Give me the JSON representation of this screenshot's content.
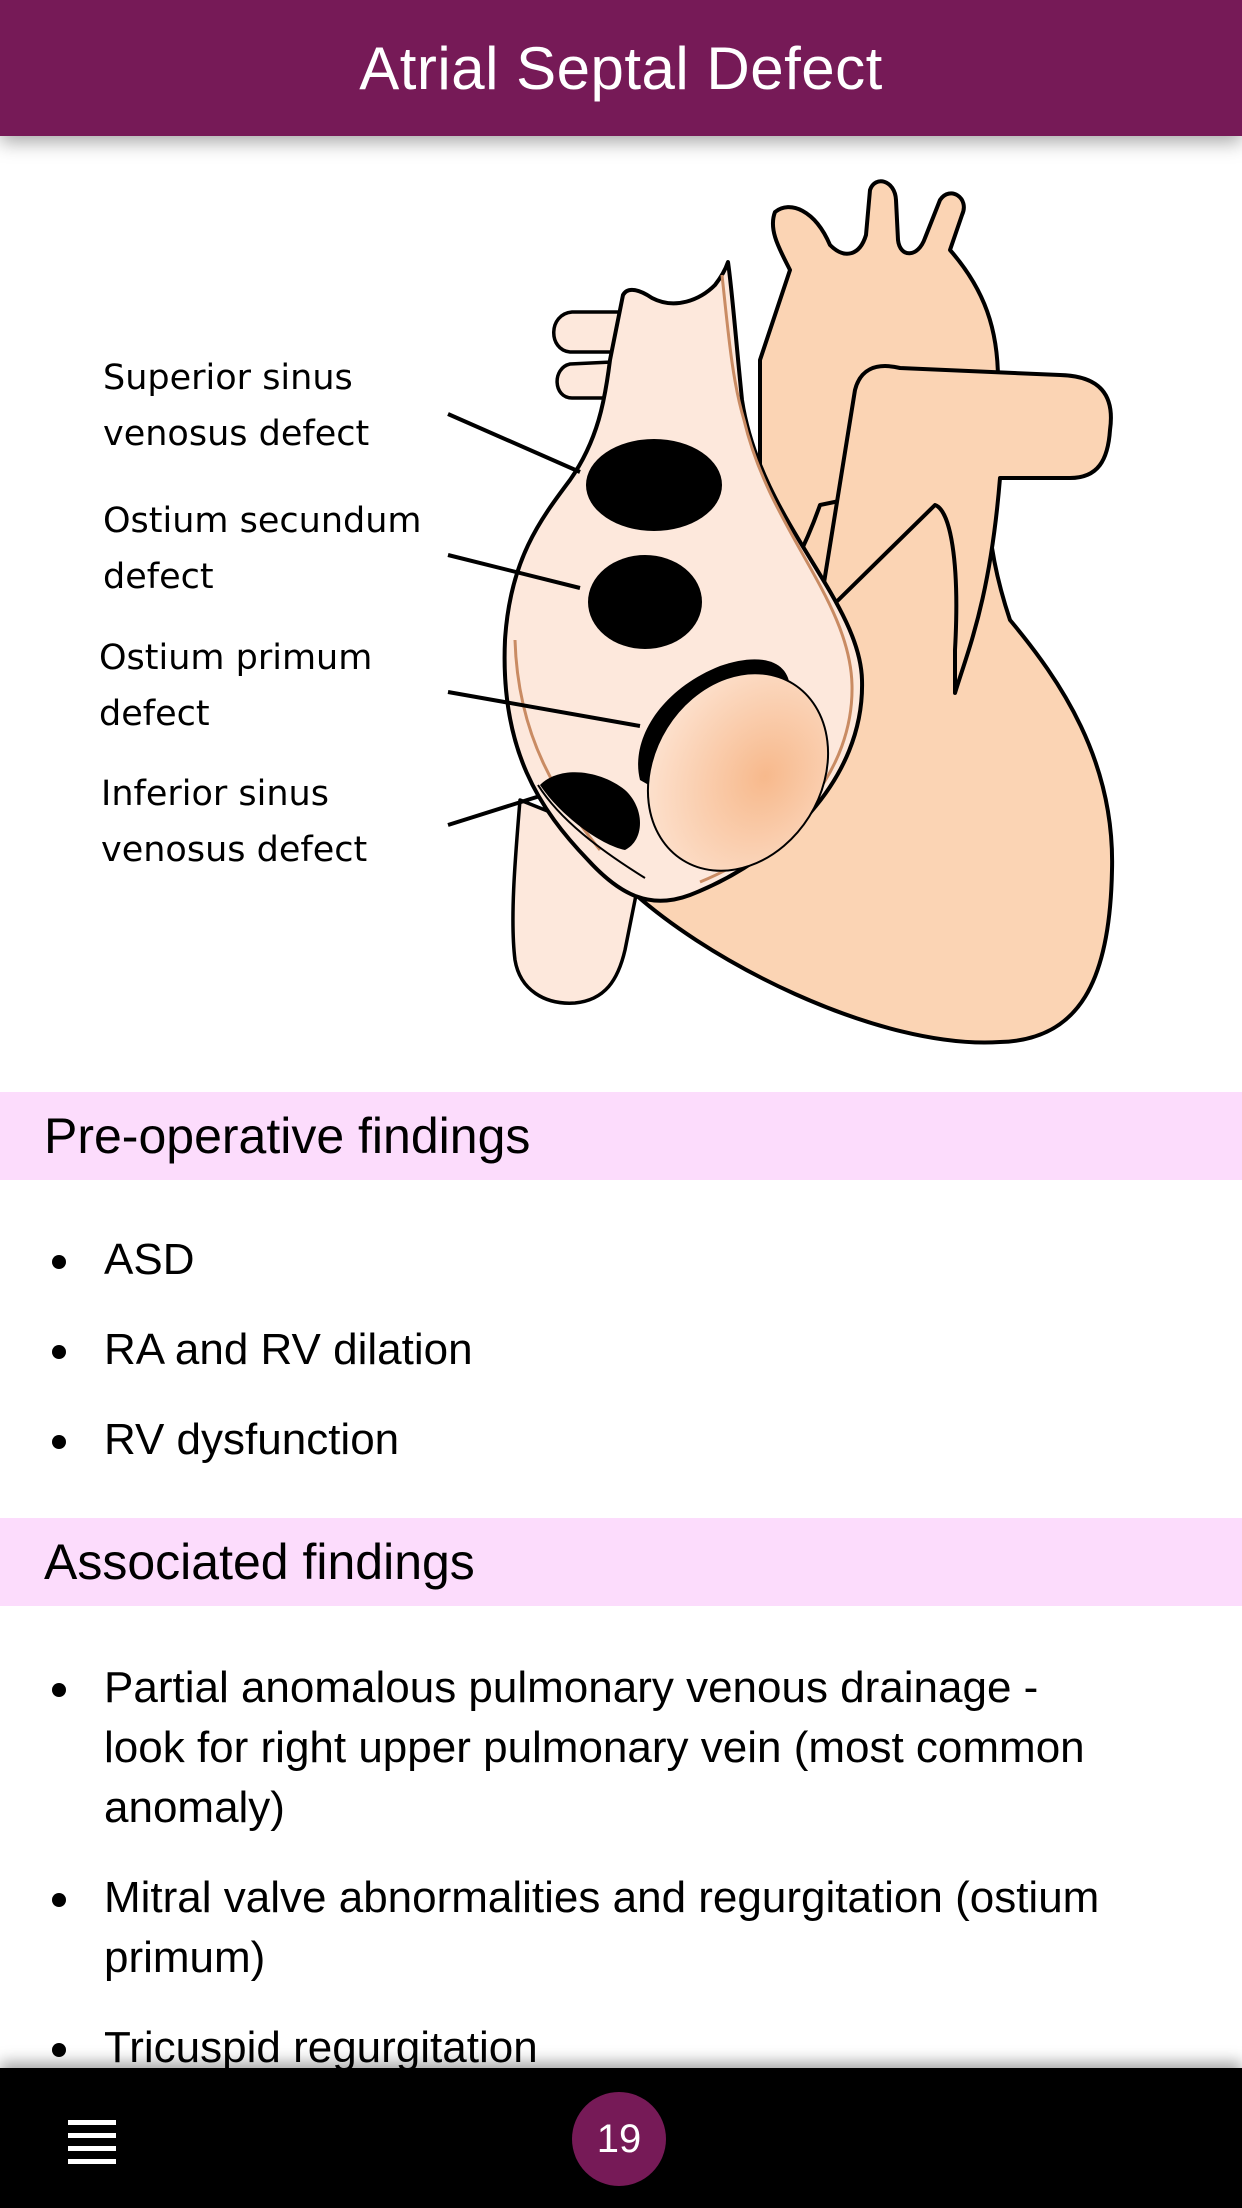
{
  "header": {
    "title": "Atrial Septal Defect"
  },
  "figure": {
    "labels": [
      {
        "line1": "Superior sinus",
        "line2": "venosus defect"
      },
      {
        "line1": "Ostium secundum",
        "line2": "defect"
      },
      {
        "line1": "Ostium primum",
        "line2": "defect"
      },
      {
        "line1": "Inferior sinus",
        "line2": "venosus defect"
      }
    ]
  },
  "sections": {
    "preoperative": {
      "title": "Pre-operative findings",
      "items": [
        "ASD",
        "RA and RV dilation",
        "RV dysfunction"
      ]
    },
    "associated": {
      "title": "Associated findings",
      "items": [
        {
          "lines": [
            "Partial anomalous pulmonary venous drainage -",
            "look for right upper pulmonary vein (most common",
            "anomaly)"
          ]
        },
        {
          "lines": [
            "Mitral valve abnormalities and regurgitation (ostium",
            "primum)"
          ]
        },
        {
          "lines": [
            "Tricuspid regurgitation"
          ]
        }
      ]
    }
  },
  "footer": {
    "menu_icon": "hamburger-menu-icon",
    "page_number": "19"
  },
  "colors": {
    "header_bg": "#761a57",
    "section_bg": "#fcdcfc",
    "footer_bg": "#000000",
    "heart_fill": "#fbd4b4",
    "atrium_fill": "#fde8dc"
  }
}
